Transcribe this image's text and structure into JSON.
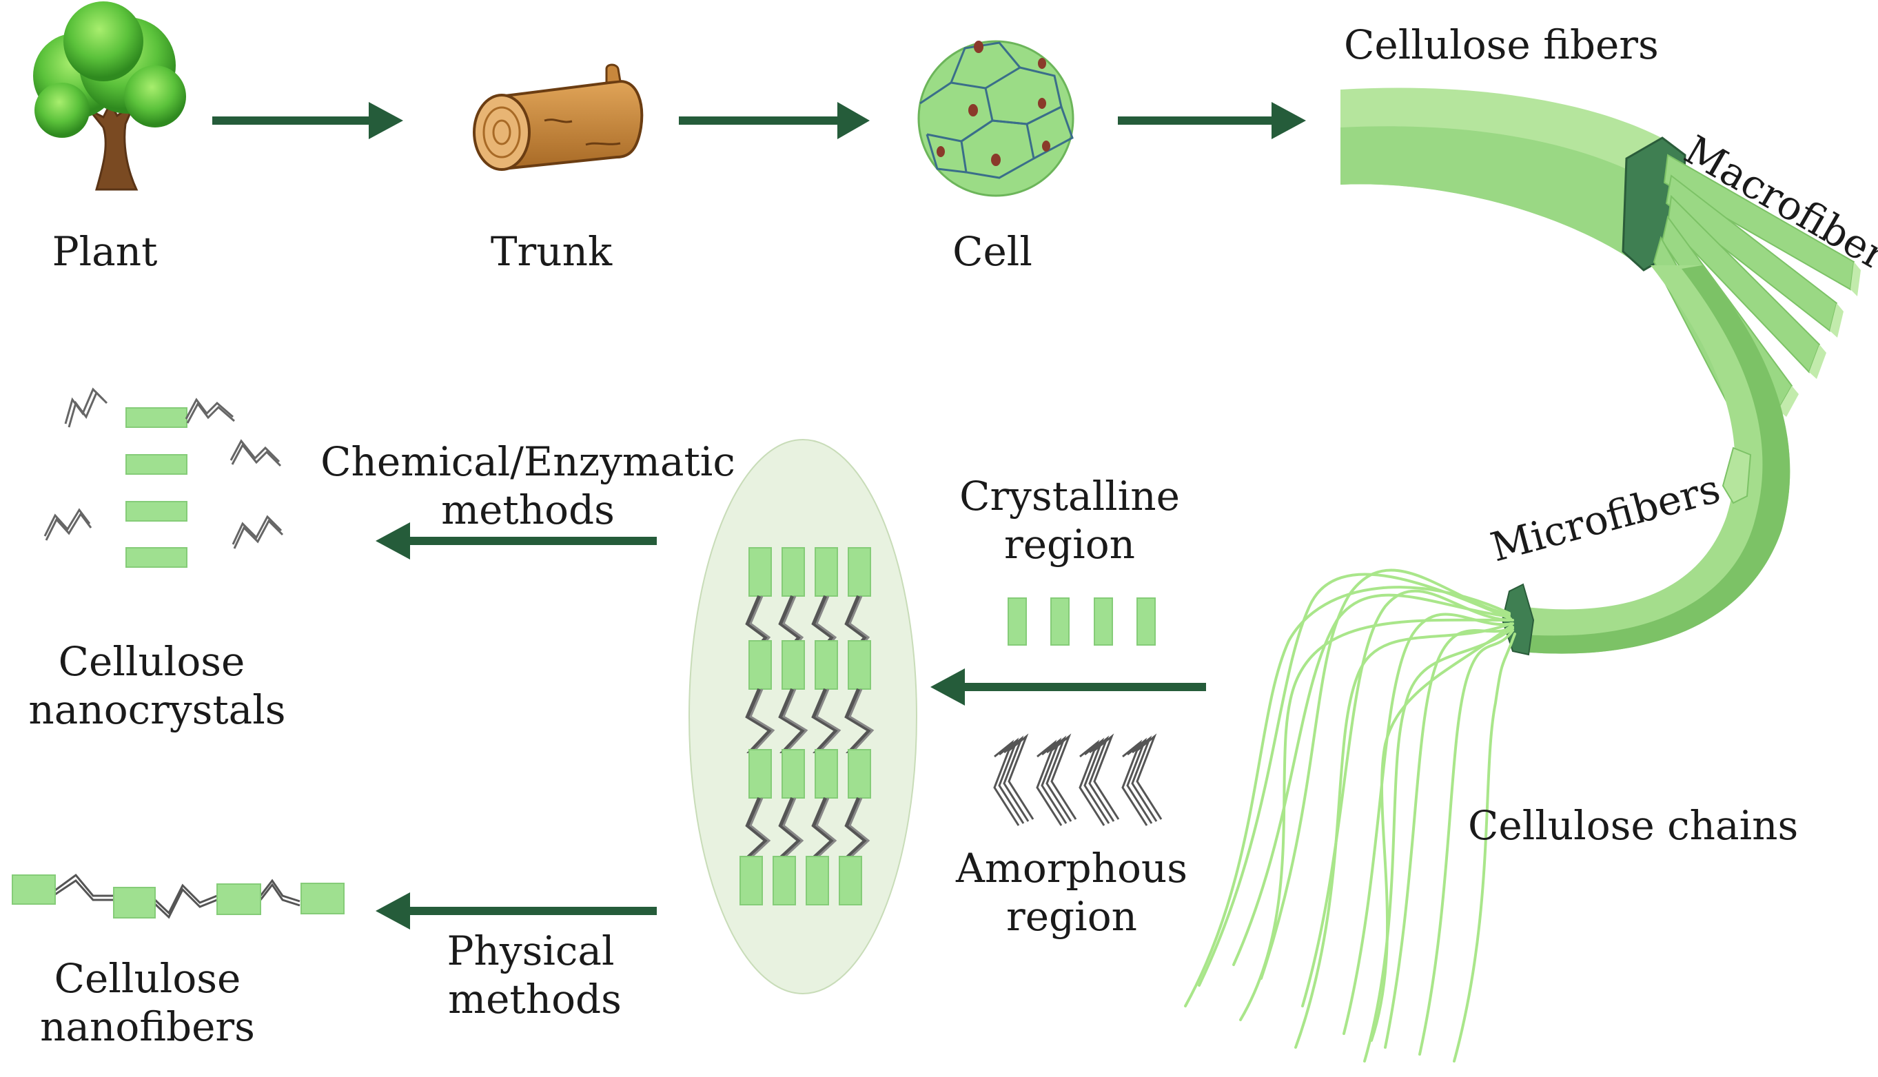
{
  "labels": {
    "plant": "Plant",
    "trunk": "Trunk",
    "cell": "Cell",
    "cellulose_fibers": "Cellulose fibers",
    "macrofibers": "Macrofibers",
    "microfibers": "Microfibers",
    "cellulose_chains": "Cellulose chains",
    "crystalline_region": [
      "Crystalline",
      "region"
    ],
    "amorphous_region": [
      "Amorphous",
      "region"
    ],
    "chemical_enzymatic_methods": [
      "Chemical/Enzymatic",
      "methods"
    ],
    "physical_methods": [
      "Physical",
      "methods"
    ],
    "cellulose_nanocrystals": [
      "Cellulose",
      "nanocrystals"
    ],
    "cellulose_nanofibers": [
      "Cellulose",
      "nanofibers"
    ]
  },
  "colors": {
    "arrow": "#255c3a",
    "fiber_light": "#b5e59d",
    "fiber_mid": "#8fd27a",
    "fiber_dark": "#3f7f52",
    "crystal": "#9fe090",
    "amorphous": "#555555",
    "ellipse_fill": "#e8f2e0",
    "tree_leaf": "#5bc23b",
    "trunk_wood": "#c8873c"
  },
  "icons": [
    "tree-icon",
    "log-icon",
    "plant-cell-icon",
    "fiber-bundle-icon"
  ]
}
